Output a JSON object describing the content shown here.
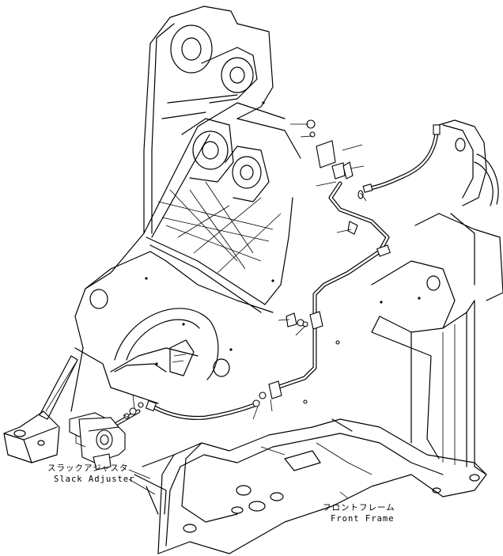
{
  "labels": {
    "slack_adjuster_jp": "スラックアジャスタ",
    "slack_adjuster_en": "Slack Adjuster",
    "front_frame_jp": "フロントフレーム",
    "front_frame_en": "Front Frame"
  }
}
